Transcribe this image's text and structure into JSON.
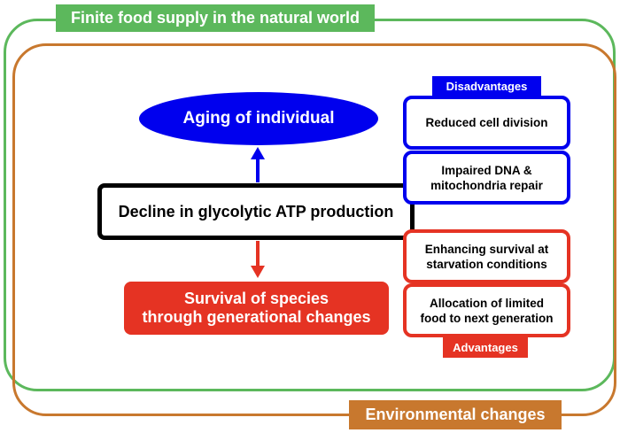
{
  "frames": {
    "outer_label": "Finite food supply in the natural world",
    "inner_label": "Environmental changes"
  },
  "center": {
    "aging": "Aging of individual",
    "decline": "Decline in glycolytic ATP production",
    "survival_line1": "Survival of species",
    "survival_line2": "through generational changes"
  },
  "disadvantages": {
    "label": "Disadvantages",
    "items": [
      {
        "line1": "Reduced cell division",
        "line2": ""
      },
      {
        "line1": "Impaired DNA &",
        "line2": "mitochondria repair"
      }
    ]
  },
  "advantages": {
    "label": "Advantages",
    "items": [
      {
        "line1": "Enhancing survival at",
        "line2": "starvation conditions"
      },
      {
        "line1": "Allocation of limited",
        "line2": "food to next generation"
      }
    ]
  },
  "colors": {
    "green": "#5cb85c",
    "orange": "#c8782e",
    "blue": "#0000ee",
    "red": "#e53323"
  }
}
